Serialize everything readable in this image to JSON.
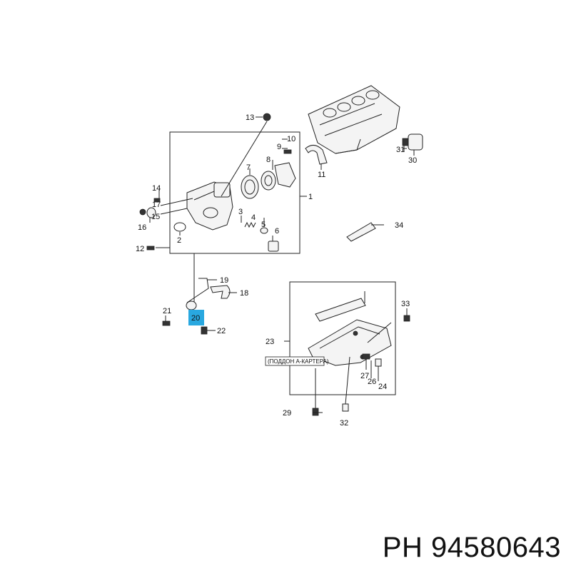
{
  "callouts": {
    "c1": "1",
    "c2": "2",
    "c3": "3",
    "c4": "4",
    "c5": "5",
    "c6": "6",
    "c7": "7",
    "c8": "8",
    "c9": "9",
    "c10": "10",
    "c11": "11",
    "c12": "12",
    "c13": "13",
    "c14": "14",
    "c15": "15",
    "c16": "16",
    "c17": "17",
    "c18": "18",
    "c19": "19",
    "c20": "20",
    "c21": "21",
    "c22": "22",
    "c23": "23",
    "c24": "24",
    "c26": "26",
    "c27": "27",
    "c29": "29",
    "c30": "30",
    "c31": "31",
    "c32": "32",
    "c33": "33",
    "c34": "34"
  },
  "part_label": "(ПОДДОН А-КАРТЕРА)",
  "part_number": "PH 94580643",
  "highlight_color": "#29a8e0"
}
